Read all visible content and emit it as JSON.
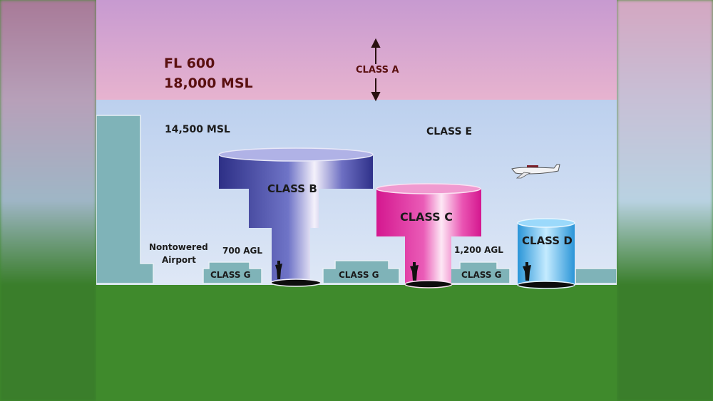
{
  "labels": {
    "fl600": "FL 600",
    "msl18000": "18,000 MSL",
    "class_a": "CLASS A",
    "msl14500": "14,500 MSL",
    "class_e": "CLASS E",
    "class_b": "CLASS B",
    "class_c": "CLASS C",
    "class_d": "CLASS D",
    "nontowered": "Nontowered",
    "airport": "Airport",
    "agl700": "700 AGL",
    "agl1200": "1,200 AGL",
    "class_g_1": "CLASS G",
    "class_g_2": "CLASS G",
    "class_g_3": "CLASS G"
  },
  "colors": {
    "class_a_band": "#d9a8cc",
    "class_e_sky": "#c9d7ee",
    "terrain": "#7fb3b8",
    "ground": "#3f8a2c",
    "class_b": "#3a3f9e",
    "class_c": "#e23ea8",
    "class_d": "#4fb3e6"
  },
  "icons": [
    "up-arrow-icon",
    "down-arrow-icon",
    "airplane-icon",
    "control-tower-icon"
  ]
}
